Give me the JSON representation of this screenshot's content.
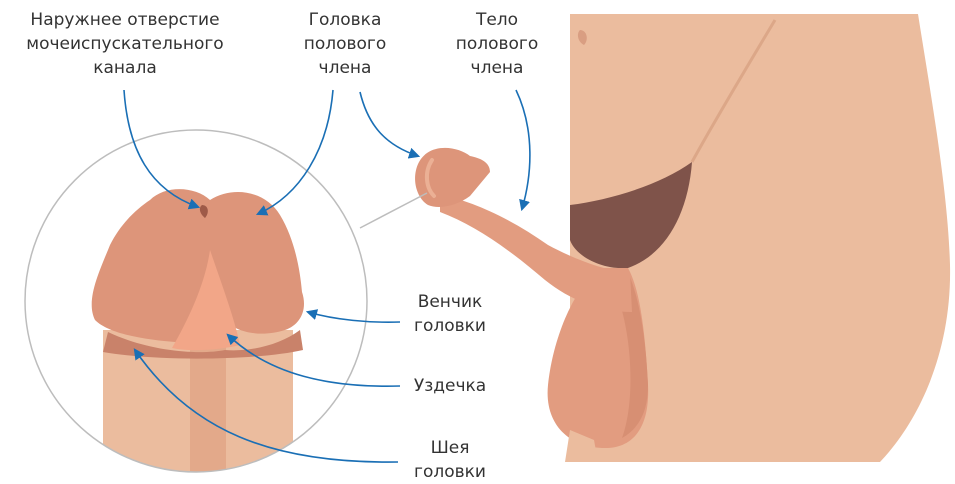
{
  "labels": {
    "urethral_opening": [
      "Наружнее отверстие",
      "мочеиспускательного",
      "канала"
    ],
    "glans": [
      "Головка",
      "полового",
      "члена"
    ],
    "shaft": [
      "Тело",
      "полового",
      "члена"
    ],
    "corona": [
      "Венчик",
      "головки"
    ],
    "frenulum": [
      "Уздечка"
    ],
    "neck": [
      "Шея",
      "головки"
    ]
  },
  "colors": {
    "skin": "#ebbc9e",
    "penis": "#e29c80",
    "glans": "#dd957a",
    "frenulum": "#f2a688",
    "ridge": "#c9826a",
    "underwear": "#7f534a",
    "arrow": "#1a6fb5",
    "circle": "#bdbdbd",
    "text": "#333333"
  }
}
